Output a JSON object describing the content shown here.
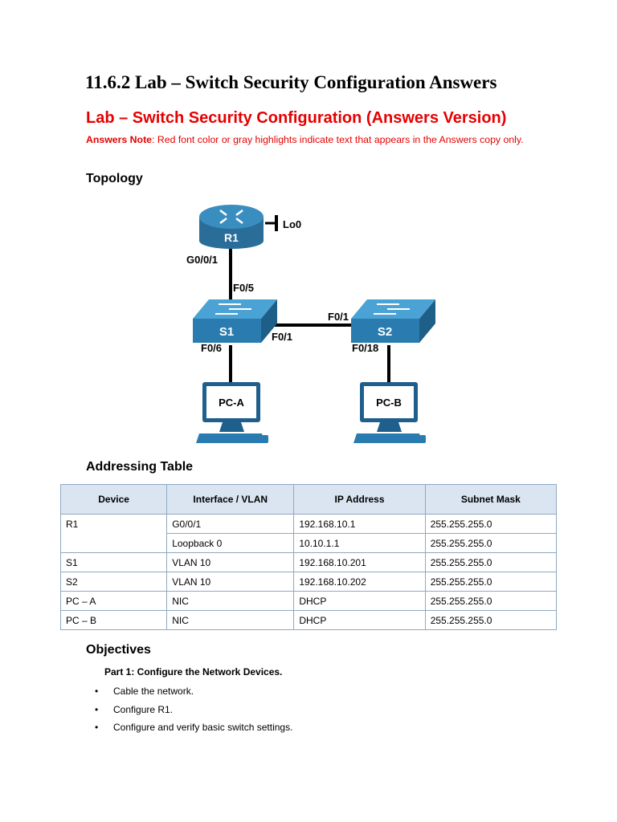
{
  "document": {
    "title": "11.6.2 Lab – Switch Security Configuration Answers",
    "lab_heading": "Lab – Switch Security Configuration (Answers Version)",
    "answers_note_label": "Answers Note",
    "answers_note_text": ": Red font color or gray highlights indicate text that appears in the Answers copy only.",
    "accent_color": "#e60000"
  },
  "topology": {
    "heading": "Topology",
    "devices": {
      "r1": "R1",
      "s1": "S1",
      "s2": "S2",
      "pca": "PC-A",
      "pcb": "PC-B"
    },
    "labels": {
      "lo0": "Lo0",
      "r1_g001": "G0/0/1",
      "s1_f05": "F0/5",
      "s1_f01": "F0/1",
      "s2_f01": "F0/1",
      "s1_f06": "F0/6",
      "s2_f018": "F0/18"
    }
  },
  "addressing": {
    "heading": "Addressing Table",
    "columns": [
      "Device",
      "Interface / VLAN",
      "IP Address",
      "Subnet Mask"
    ],
    "rows": [
      [
        "R1",
        "G0/0/1",
        "192.168.10.1",
        "255.255.255.0"
      ],
      [
        "",
        "Loopback 0",
        "10.10.1.1",
        "255.255.255.0"
      ],
      [
        "S1",
        "VLAN 10",
        "192.168.10.201",
        "255.255.255.0"
      ],
      [
        "S2",
        "VLAN 10",
        "192.168.10.202",
        "255.255.255.0"
      ],
      [
        "PC – A",
        "NIC",
        "DHCP",
        "255.255.255.0"
      ],
      [
        "PC – B",
        "NIC",
        "DHCP",
        "255.255.255.0"
      ]
    ]
  },
  "objectives": {
    "heading": "Objectives",
    "part1": "Part 1: Configure the Network Devices.",
    "items": [
      "Cable the network.",
      "Configure R1.",
      "Configure and verify basic switch settings."
    ]
  }
}
